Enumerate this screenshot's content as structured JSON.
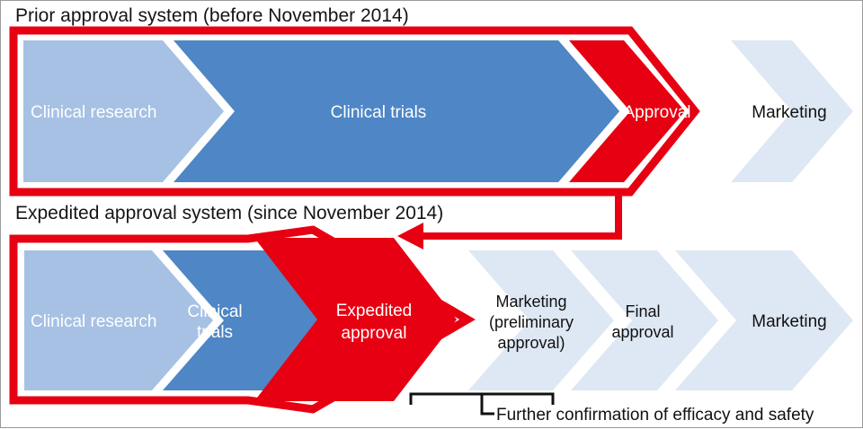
{
  "diagram": {
    "title_top": "Prior approval system (before November 2014)",
    "title_bottom": "Expedited approval system (since November 2014)",
    "footnote": "Further confirmation of efficacy and safety",
    "colors": {
      "light_blue": "#a6c1e4",
      "mid_blue": "#4e86c6",
      "pale_blue": "#dee8f4",
      "red": "#e60012",
      "white": "#ffffff",
      "text_dark": "#111111",
      "frame": "#9a9a9a"
    },
    "top_row": {
      "steps": [
        {
          "label": "Clinical research",
          "color_key": "light_blue",
          "text_color": "white",
          "highlighted": false
        },
        {
          "label": "Clinical trials",
          "color_key": "mid_blue",
          "text_color": "white",
          "highlighted": false
        },
        {
          "label": "Approval",
          "color_key": "red",
          "text_color": "white",
          "highlighted": true
        },
        {
          "label": "Marketing",
          "color_key": "pale_blue",
          "text_color": "dark",
          "highlighted": false
        }
      ],
      "outlined_steps": [
        "Clinical research",
        "Clinical trials",
        "Approval"
      ]
    },
    "bottom_row": {
      "steps": [
        {
          "label": "Clinical research",
          "color_key": "light_blue",
          "text_color": "white",
          "highlighted": false
        },
        {
          "label_line1": "Clinical",
          "label_line2": "trials",
          "color_key": "mid_blue",
          "text_color": "white",
          "highlighted": false
        },
        {
          "label_line1": "Expedited",
          "label_line2": "approval",
          "color_key": "red",
          "text_color": "white",
          "highlighted": true
        },
        {
          "label_line1": "Marketing",
          "label_line2": "(preliminary",
          "label_line3": "approval)",
          "color_key": "pale_blue",
          "text_color": "dark",
          "highlighted": false
        },
        {
          "label_line1": "Final",
          "label_line2": "approval",
          "color_key": "pale_blue",
          "text_color": "dark",
          "highlighted": false
        },
        {
          "label": "Marketing",
          "color_key": "pale_blue",
          "text_color": "dark",
          "highlighted": false
        }
      ],
      "outlined_steps": [
        "Clinical research",
        "Clinical trials",
        "Expedited approval"
      ]
    },
    "connector": {
      "name": "approval-to-expedited-arrow",
      "direction": "left",
      "from_step": "Approval",
      "to_step": "Expedited approval"
    },
    "bracket": {
      "covers_step": "Marketing (preliminary approval)",
      "label": "Further confirmation of efficacy and safety"
    }
  }
}
